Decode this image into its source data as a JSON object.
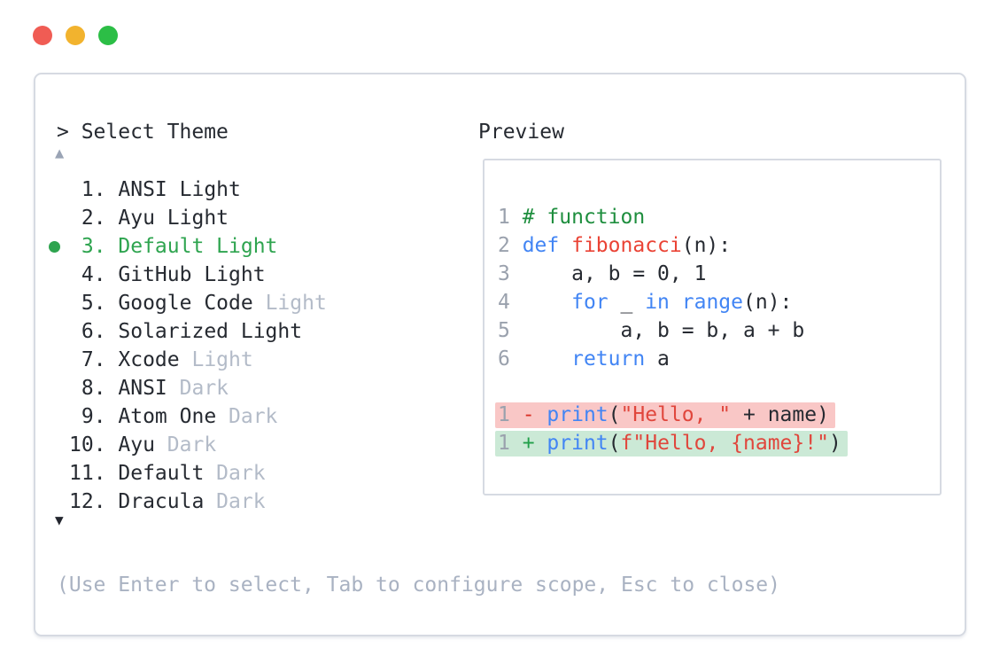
{
  "colors": {
    "traffic-red": "#f05c54",
    "traffic-yellow": "#f2b32e",
    "traffic-green": "#2cbe46",
    "selected-green": "#2ea44f",
    "text-dark": "#262a31",
    "text-muted": "#b3bbc8",
    "hint-gray": "#a9b2c2",
    "line-number-gray": "#9aa1ad",
    "scroll-up-gray": "#9aa4b5",
    "scroll-down-dark": "#23262e",
    "border-gray": "#d6dae2",
    "syntax-comment": "#1e8e3e",
    "syntax-keyword": "#4285f4",
    "syntax-function": "#ea4335",
    "syntax-string": "#e0463c",
    "diff-minus": "#d93025",
    "diff-plus": "#22a04a",
    "diff-removed-bg": "#f9c7c6",
    "diff-added-bg": "#cbe9d6"
  },
  "theme_selector": {
    "prompt": "> Select Theme",
    "scroll_up_icon": "▲",
    "scroll_down_icon": "▼",
    "hint": "(Use Enter to select, Tab to configure scope, Esc to close)",
    "items": [
      {
        "num": "1",
        "label": "ANSI Light",
        "muted": "",
        "selected": false
      },
      {
        "num": "2",
        "label": "Ayu Light",
        "muted": "",
        "selected": false
      },
      {
        "num": "3",
        "label": "Default Light",
        "muted": "",
        "selected": true
      },
      {
        "num": "4",
        "label": "GitHub Light",
        "muted": "",
        "selected": false
      },
      {
        "num": "5",
        "label": "Google Code",
        "muted": "Light",
        "selected": false
      },
      {
        "num": "6",
        "label": "Solarized Light",
        "muted": "",
        "selected": false
      },
      {
        "num": "7",
        "label": "Xcode",
        "muted": "Light",
        "selected": false
      },
      {
        "num": "8",
        "label": "ANSI",
        "muted": "Dark",
        "selected": false
      },
      {
        "num": "9",
        "label": "Atom One",
        "muted": "Dark",
        "selected": false
      },
      {
        "num": "10",
        "label": "Ayu",
        "muted": "Dark",
        "selected": false
      },
      {
        "num": "11",
        "label": "Default",
        "muted": "Dark",
        "selected": false
      },
      {
        "num": "12",
        "label": "Dracula",
        "muted": "Dark",
        "selected": false
      }
    ]
  },
  "preview": {
    "title": "Preview",
    "code_lines": [
      {
        "num": "1",
        "bg": null,
        "tokens": [
          [
            "# function",
            "comment"
          ]
        ]
      },
      {
        "num": "2",
        "bg": null,
        "tokens": [
          [
            "def",
            "kw"
          ],
          [
            " ",
            "d"
          ],
          [
            "fibonacci",
            "fn"
          ],
          [
            "(n):",
            "d"
          ]
        ]
      },
      {
        "num": "3",
        "bg": null,
        "tokens": [
          [
            "    a, b = 0, 1",
            "d"
          ]
        ]
      },
      {
        "num": "4",
        "bg": null,
        "tokens": [
          [
            "    ",
            "d"
          ],
          [
            "for",
            "kw"
          ],
          [
            " _ ",
            "d"
          ],
          [
            "in",
            "kw"
          ],
          [
            " ",
            "d"
          ],
          [
            "range",
            "kw"
          ],
          [
            "(n):",
            "d"
          ]
        ]
      },
      {
        "num": "5",
        "bg": null,
        "tokens": [
          [
            "        a, b = b, a + b",
            "d"
          ]
        ]
      },
      {
        "num": "6",
        "bg": null,
        "tokens": [
          [
            "    ",
            "d"
          ],
          [
            "return",
            "kw"
          ],
          [
            " a",
            "d"
          ]
        ]
      },
      {
        "num": "",
        "bg": null,
        "tokens": []
      },
      {
        "num": "1",
        "bg": "removed",
        "tokens": [
          [
            "-",
            "minus"
          ],
          [
            " ",
            "d"
          ],
          [
            "print",
            "kw"
          ],
          [
            "(",
            "d"
          ],
          [
            "\"Hello, \"",
            "str"
          ],
          [
            " + name)",
            "d"
          ]
        ]
      },
      {
        "num": "1",
        "bg": "added",
        "tokens": [
          [
            "+",
            "plus"
          ],
          [
            " ",
            "d"
          ],
          [
            "print",
            "kw"
          ],
          [
            "(",
            "d"
          ],
          [
            "f\"Hello, {name}!\"",
            "str"
          ],
          [
            ")",
            "d"
          ]
        ]
      }
    ]
  }
}
